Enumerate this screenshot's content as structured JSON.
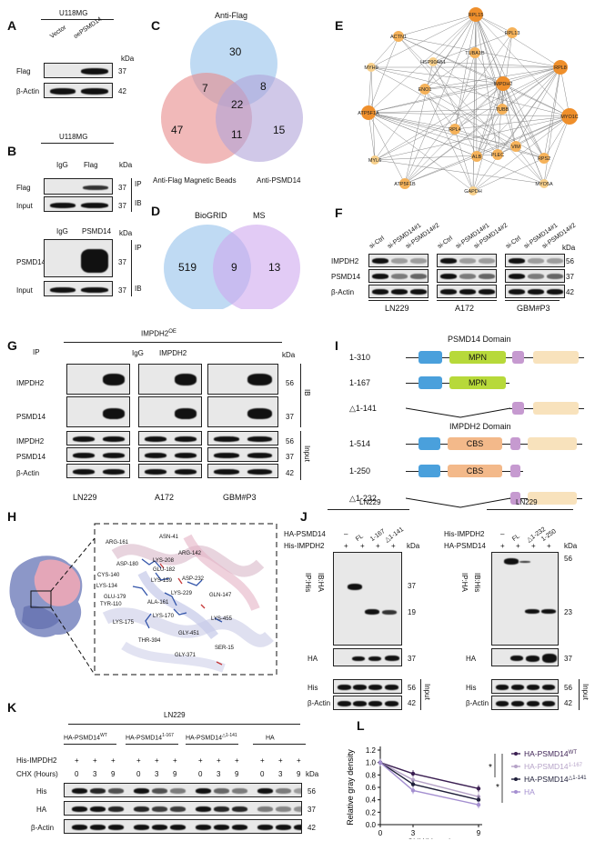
{
  "panels": {
    "A": {
      "letter": "A",
      "cell": "U118MG",
      "lanes": [
        "Vector",
        "oePSMD14"
      ],
      "rows": [
        "Flag",
        "β-Actin"
      ],
      "kda": [
        "37",
        "42"
      ],
      "kda_label": "kDa"
    },
    "B": {
      "letter": "B",
      "cell": "U118MG",
      "top_lanes": [
        "IgG",
        "Flag"
      ],
      "top_rows": [
        "Flag",
        "Input"
      ],
      "top_kda": [
        "37",
        "37"
      ],
      "bottom_lanes": [
        "IgG",
        "PSMD14"
      ],
      "bottom_rows": [
        "PSMD14",
        "Input"
      ],
      "bottom_kda": [
        "37",
        "37"
      ],
      "ip": "IP",
      "ib": "IB",
      "kda_label": "kDa"
    },
    "C": {
      "letter": "C",
      "sets": [
        "Anti-Flag",
        "Anti-Flag Magnetic Beads",
        "Anti-PSMD14"
      ],
      "counts": {
        "flag_only": "30",
        "beads_only": "47",
        "psmd14_only": "15",
        "flag_beads": "7",
        "flag_psmd14": "8",
        "beads_psmd14": "11",
        "all": "22"
      }
    },
    "D": {
      "letter": "D",
      "sets": [
        "BioGRID",
        "MS"
      ],
      "counts": {
        "left": "519",
        "both": "9",
        "right": "13"
      }
    },
    "E": {
      "letter": "E",
      "nodes": [
        "RPL15",
        "ACTN1",
        "RPL13",
        "MYH9",
        "TUBA1B",
        "RPL8",
        "HSP90AB1",
        "IMPDH2",
        "ENO1",
        "ATP5F1A",
        "TUBB",
        "MYO1C",
        "RPL4",
        "VIM",
        "ALB",
        "PLEC",
        "RPS2",
        "MYL6",
        "ATP5F1B",
        "MYO5A",
        "GAPDH"
      ]
    },
    "F": {
      "letter": "F",
      "lanes": [
        "si-Ctrl",
        "si-PSMD14#1",
        "si-PSMD14#2",
        "si-Ctrl",
        "si-PSMD14#1",
        "si-PSMD14#2",
        "si-Ctrl",
        "si-PSMD14#1",
        "si-PSMD14#2"
      ],
      "rows": [
        "IMPDH2",
        "PSMD14",
        "β-Actin"
      ],
      "kda": [
        "56",
        "37",
        "42"
      ],
      "cells": [
        "LN229",
        "A172",
        "GBM#P3"
      ],
      "kda_label": "kDa"
    },
    "G": {
      "letter": "G",
      "header": "IMPDH2",
      "header_sup": "OE",
      "ip": "IP",
      "lanes": [
        "IgG",
        "IMPDH2"
      ],
      "ib_rows": [
        "IMPDH2",
        "PSMD14"
      ],
      "input_rows": [
        "IMPDH2",
        "PSMD14",
        "β-Actin"
      ],
      "kda": [
        "56",
        "37",
        "56",
        "37",
        "42"
      ],
      "cells": [
        "LN229",
        "A172",
        "GBM#P3"
      ],
      "ib": "IB",
      "input": "Input",
      "kda_label": "kDa"
    },
    "H": {
      "letter": "H",
      "residues": [
        "ARG-161",
        "ASN-41",
        "ARG-142",
        "ASP-180",
        "LYS-208",
        "GLU-182",
        "CYS-140",
        "LYS-134",
        "LYS-159",
        "ASP-232",
        "GLN-147",
        "GLU-179",
        "TYR-110",
        "LYS-229",
        "ALA-161",
        "LYS-175",
        "LYS-170",
        "LYS-455",
        "GLY-451",
        "THR-394",
        "SER-15",
        "GLY-371"
      ]
    },
    "I": {
      "letter": "I",
      "psmd14_title": "PSMD14 Domain",
      "impdh2_title": "IMPDH2 Domain",
      "psmd14_rows": [
        "1-310",
        "1-167",
        "△1-141"
      ],
      "impdh2_rows": [
        "1-514",
        "1-250",
        "△1-232"
      ],
      "mpn": "MPN",
      "cbs": "CBS"
    },
    "J": {
      "letter": "J",
      "cell": "LN229",
      "left": {
        "row1": "HA-PSMD14",
        "row2": "His-IMPDH2",
        "lanes": [
          "–",
          "FL",
          "1-167",
          "△1-141"
        ],
        "signs": [
          "+",
          "+",
          "+",
          "+"
        ],
        "ip": "IP:His",
        "ib": "IB:HA",
        "kda": [
          "37",
          "19",
          "37",
          "56",
          "42"
        ],
        "rows": [
          "HA",
          "His",
          "β-Actin"
        ],
        "input": "Input"
      },
      "right": {
        "row1": "His-IMPDH2",
        "row2": "HA-PSMD14",
        "lanes": [
          "–",
          "FL",
          "△1-232",
          "1-250"
        ],
        "signs": [
          "+",
          "+",
          "+",
          "+"
        ],
        "ip": "IP:HA",
        "ib": "IB:His",
        "kda": [
          "56",
          "23",
          "37",
          "56",
          "42"
        ],
        "rows": [
          "HA",
          "His",
          "β-Actin"
        ],
        "input": "Input"
      },
      "kda_label": "kDa"
    },
    "K": {
      "letter": "K",
      "cell": "LN229",
      "groups": [
        {
          "name": "HA-PSMD14",
          "sup": "WT"
        },
        {
          "name": "HA-PSMD14",
          "sup": "1-167"
        },
        {
          "name": "HA-PSMD14",
          "sup": "△1-141"
        },
        {
          "name": "HA",
          "sup": ""
        }
      ],
      "his_label": "His-IMPDH2",
      "chx_label": "CHX (Hours)",
      "times": [
        "0",
        "3",
        "9",
        "0",
        "3",
        "9",
        "0",
        "3",
        "9",
        "0",
        "3",
        "9"
      ],
      "rows": [
        "His",
        "HA",
        "β-Actin"
      ],
      "kda": [
        "56",
        "37",
        "42"
      ],
      "kda_label": "kDa"
    },
    "L": {
      "letter": "L"
    }
  },
  "chart_data": {
    "type": "line",
    "title": "",
    "xlabel": "CHX(Hours)",
    "ylabel": "Relative gray density",
    "x": [
      0,
      3,
      9
    ],
    "xticks": [
      "0",
      "3",
      "9"
    ],
    "yticks": [
      "0.0",
      "0.2",
      "0.4",
      "0.6",
      "0.8",
      "1.0",
      "1.2"
    ],
    "ylim": [
      0,
      1.2
    ],
    "xlim": [
      0,
      9
    ],
    "series": [
      {
        "name": "HA-PSMD14",
        "sup": "WT",
        "values": [
          1.0,
          0.82,
          0.58
        ],
        "color": "#3b1f52"
      },
      {
        "name": "HA-PSMD14",
        "sup": "1-167",
        "values": [
          1.0,
          0.72,
          0.45
        ],
        "color": "#b6a3c8"
      },
      {
        "name": "HA-PSMD14",
        "sup": "△1-141",
        "values": [
          1.0,
          0.65,
          0.4
        ],
        "color": "#1f1f3a"
      },
      {
        "name": "HA",
        "sup": "",
        "values": [
          1.0,
          0.55,
          0.32
        ],
        "color": "#a48fd0"
      }
    ],
    "significance": [
      "*",
      "*"
    ]
  }
}
